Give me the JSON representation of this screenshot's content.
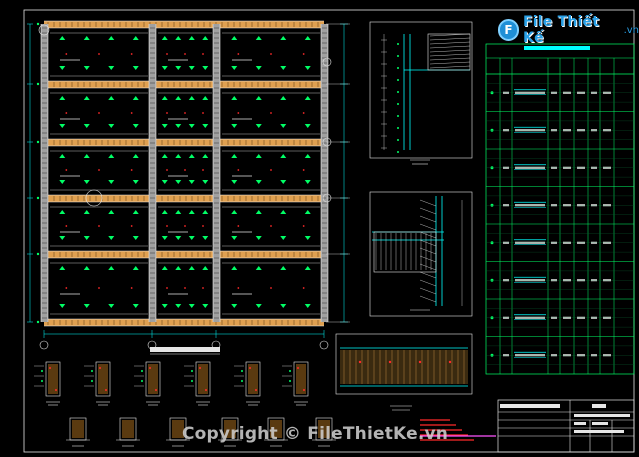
{
  "watermark": {
    "logo_text": "File Thiết Kế",
    "logo_domain": ".vn",
    "copyright": "Copyright © FileThietKe.vn"
  },
  "colors": {
    "background": "#000000",
    "frame": "#e6e6e6",
    "beam": "#e0a050",
    "column": "#a0a0a0",
    "rebar": "#00ff66",
    "dim": "#00ffff",
    "note": "#ff2a2a",
    "accent": "#ff55ff",
    "title_block": "#ffffff"
  },
  "drawing": {
    "frame_grid": {
      "rows": 5,
      "bays": 3
    },
    "schedule_rows": 8,
    "section_marks": 6,
    "detail_marks": 6
  }
}
